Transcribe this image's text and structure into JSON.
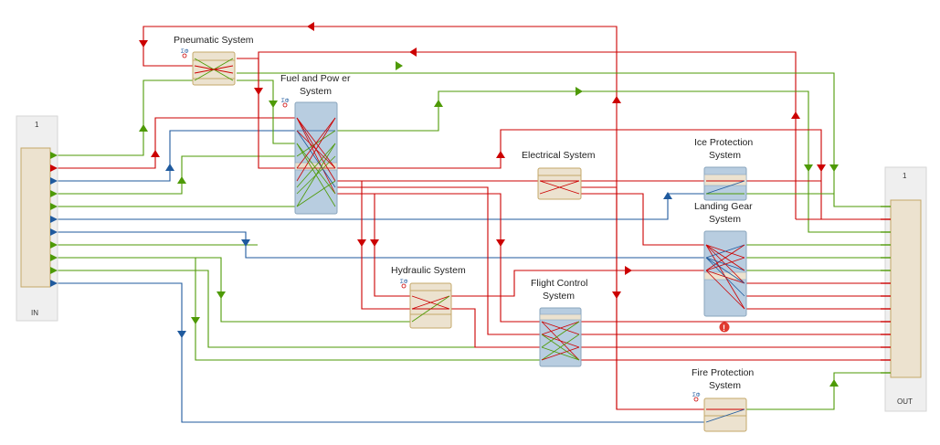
{
  "diagram": {
    "in_port": {
      "number": "1",
      "label": "IN"
    },
    "out_port": {
      "number": "1",
      "label": "OUT"
    },
    "blocks": {
      "pneumatic": {
        "label": "Pneumatic System"
      },
      "fuel_power": {
        "label_line1": "Fuel and Pow er",
        "label_line2": "System"
      },
      "electrical": {
        "label": "Electrical System"
      },
      "ice_protection": {
        "label_line1": "Ice Protection",
        "label_line2": "System"
      },
      "landing_gear": {
        "label_line1": "Landing Gear",
        "label_line2": "System"
      },
      "hydraulic": {
        "label": "Hydraulic System"
      },
      "flight_control": {
        "label_line1": "Flight Control",
        "label_line2": "System"
      },
      "fire_protection": {
        "label_line1": "Fire Protection",
        "label_line2": "System"
      }
    },
    "status": {
      "landing_gear_error": "!"
    },
    "colors": {
      "green": "#4e9a06",
      "red": "#cc0000",
      "blue": "#1f5a9e",
      "block_fill": "#ece2cf",
      "block_stroke": "#c4a86a",
      "panel_fill": "#efefef",
      "complex_block_fill": "#b8cde0",
      "error": "#e03a2f"
    }
  }
}
